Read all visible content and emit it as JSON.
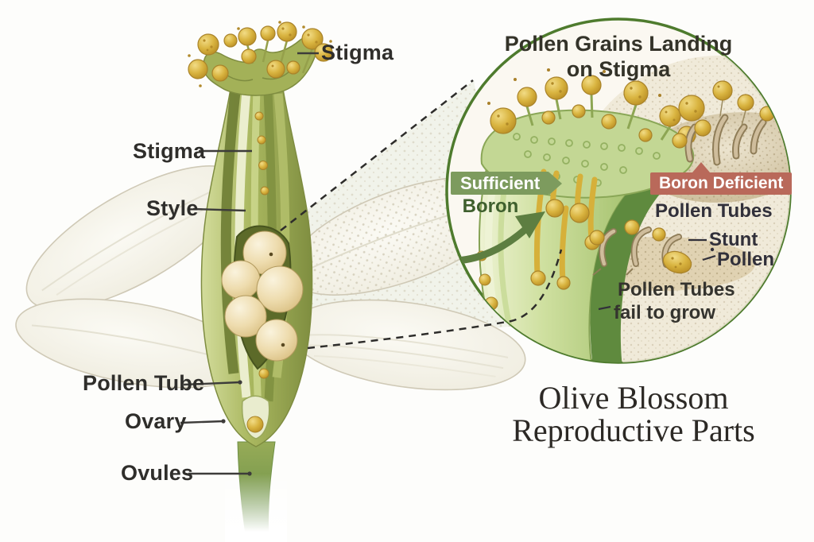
{
  "figure": {
    "title_line1": "Olive Blossom",
    "title_line2": "Reproductive Parts"
  },
  "labels": {
    "stigma_top": "Stigma",
    "stigma": "Stigma",
    "style": "Style",
    "pollen_tube": "Pollen Tube",
    "ovary": "Ovary",
    "ovules": "Ovules"
  },
  "inset": {
    "heading_line1": "Pollen Grains Landing",
    "heading_line2": "on Stigma",
    "sufficient_label": "Sufficient",
    "sufficient_sub": "Boron",
    "deficient_label": "Boron Deficient",
    "pollen_tubes_heading": "Pollen Tubes",
    "stunt_line1": "Stunt",
    "stunt_line2": "Pollen",
    "fail_line1": "Pollen Tubes",
    "fail_line2": "fail to grow"
  },
  "colors": {
    "circle_border": "#4e7b2d",
    "sufficient_box": "#7d9b5e",
    "deficient_box": "#b9695a",
    "boron_text": "#3e5f2d",
    "label_text": "#2f2e2b",
    "title_text": "#2c2925",
    "pollen_gold": "#d4ab35",
    "pistil_green": "#9fae55"
  }
}
